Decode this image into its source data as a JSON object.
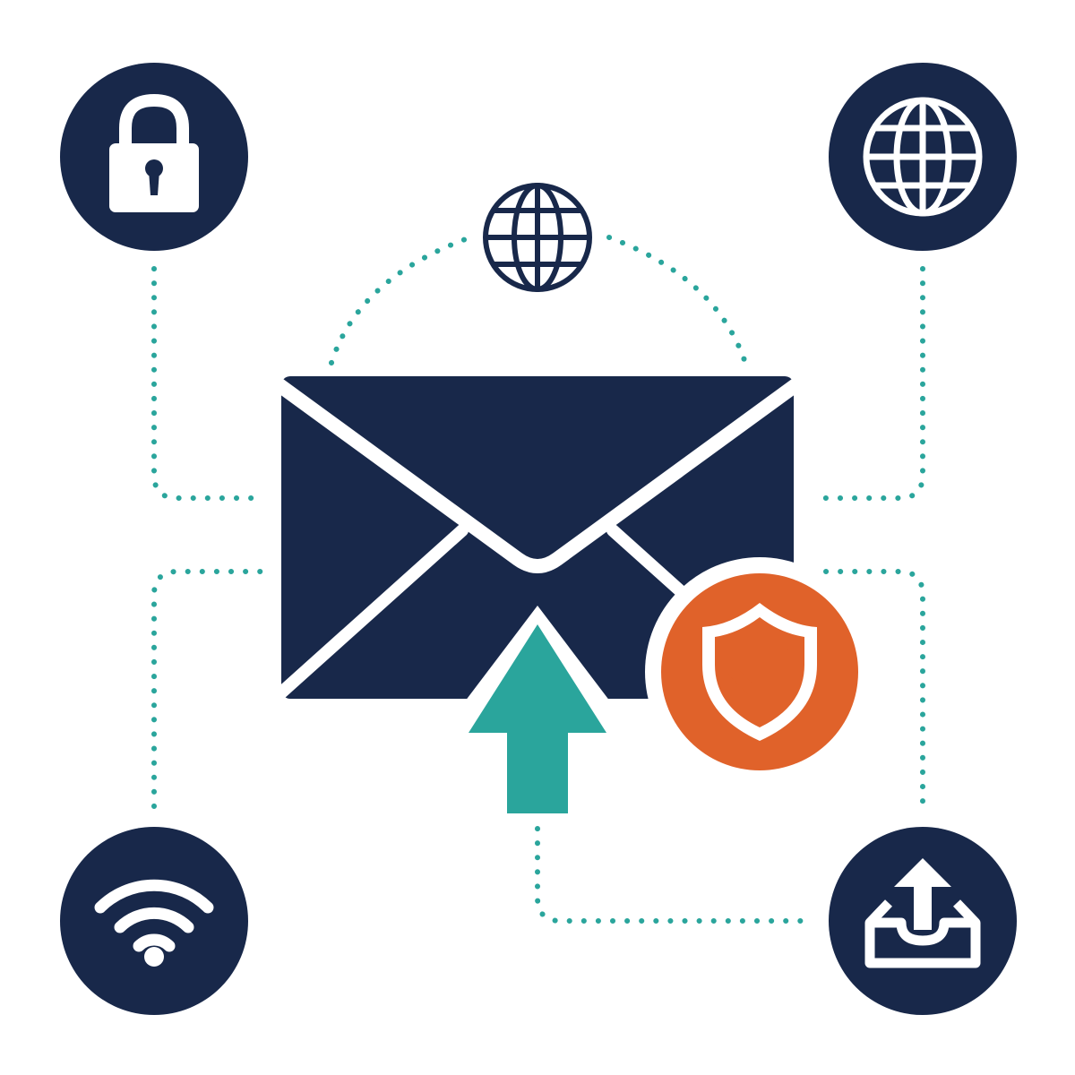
{
  "diagram": {
    "colors": {
      "navy": "#18284a",
      "teal": "#2aa59c",
      "orange": "#e0622a",
      "white": "#ffffff"
    },
    "nodes": [
      {
        "id": "lock",
        "icon": "lock-icon"
      },
      {
        "id": "globe-large",
        "icon": "globe-icon"
      },
      {
        "id": "globe-top",
        "icon": "globe-icon"
      },
      {
        "id": "wifi",
        "icon": "wifi-icon"
      },
      {
        "id": "inbox-upload",
        "icon": "inbox-upload-icon"
      },
      {
        "id": "email",
        "icon": "envelope-icon"
      },
      {
        "id": "security-badge",
        "icon": "shield-check-icon"
      },
      {
        "id": "send",
        "icon": "arrow-up-icon"
      }
    ]
  }
}
